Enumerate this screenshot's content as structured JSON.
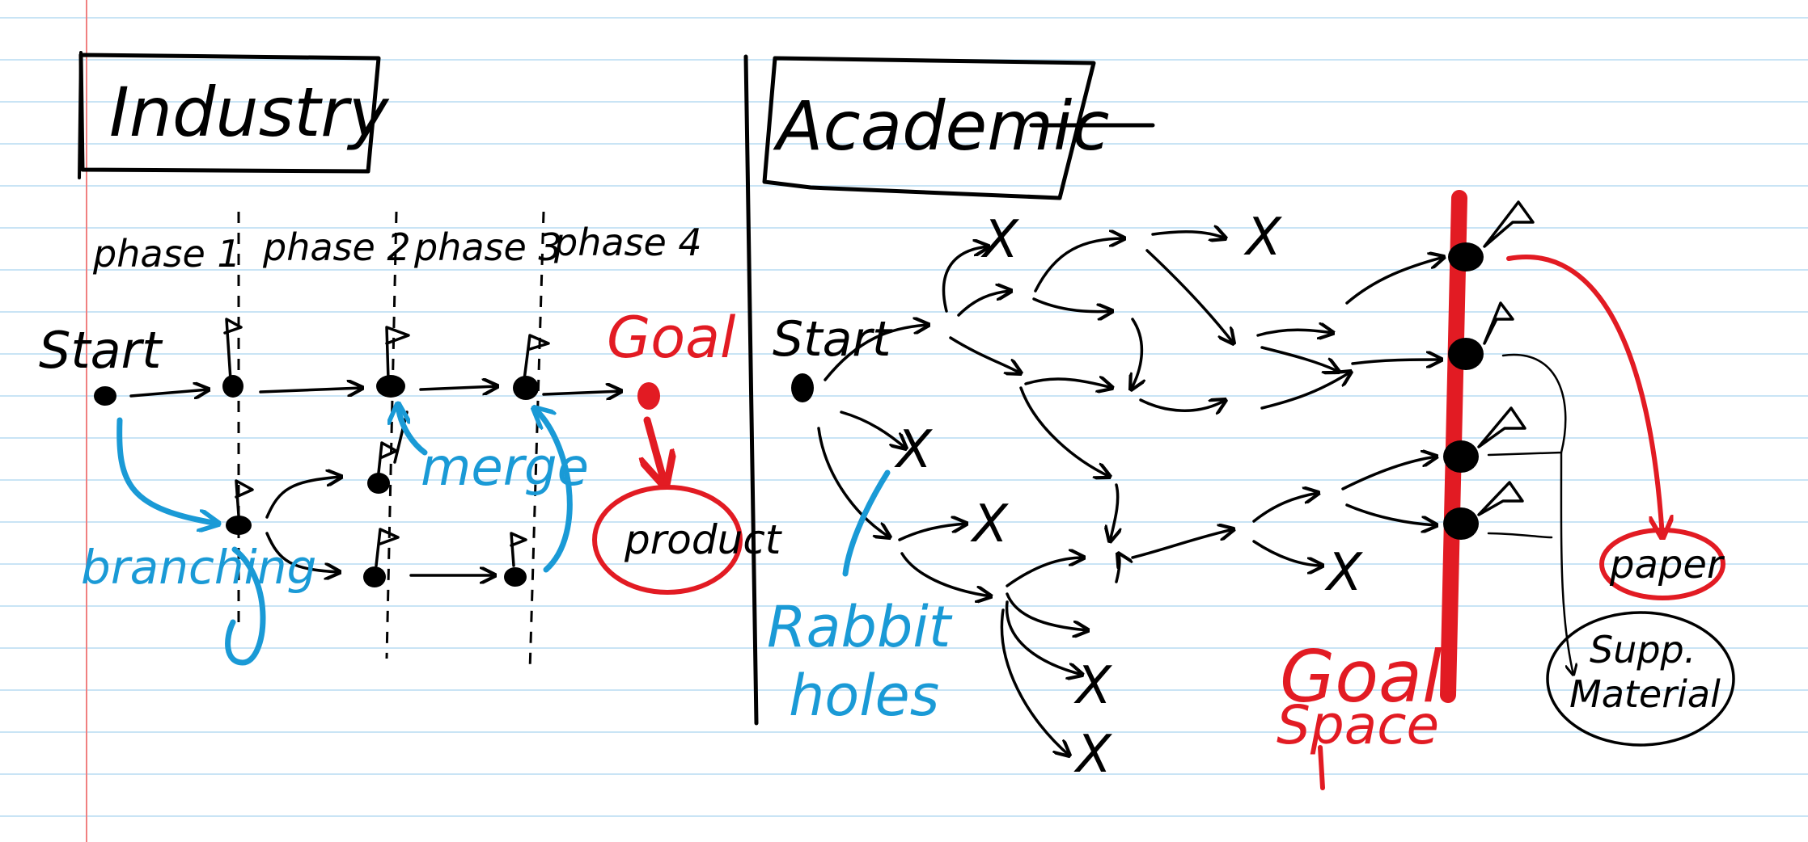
{
  "colors": {
    "ink": "#000000",
    "blue": "#1a9ad6",
    "red": "#e21b23",
    "ruled_line": "#c9e4f5",
    "margin_line": "#f08080"
  },
  "industry": {
    "title": "Industry",
    "phases": [
      "phase 1",
      "phase 2",
      "phase 3",
      "phase 4"
    ],
    "start": "Start",
    "goal": "Goal",
    "product": "product",
    "branching": "branching",
    "merge": "merge"
  },
  "academic": {
    "title": "Academic",
    "start": "Start",
    "rabbit_holes": [
      "Rabbit",
      "holes"
    ],
    "goal_space": [
      "Goal",
      "Space"
    ],
    "paper": "paper",
    "supp_material": [
      "Supp.",
      "Material"
    ],
    "dead_end_mark": "X"
  }
}
